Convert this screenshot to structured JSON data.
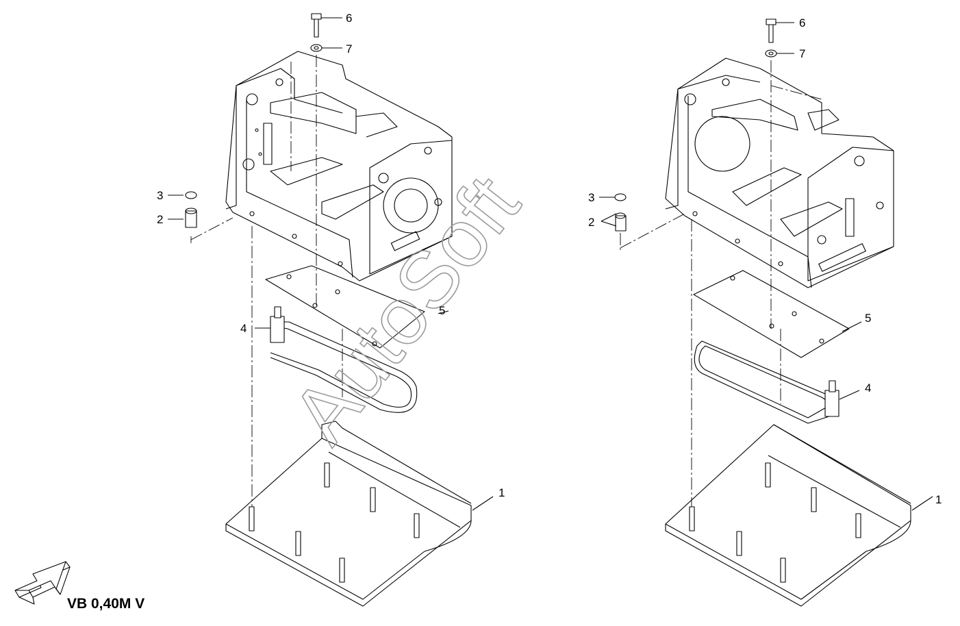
{
  "diagram": {
    "left_callouts": [
      {
        "id": "left-6",
        "text": "6"
      },
      {
        "id": "left-7",
        "text": "7"
      },
      {
        "id": "left-3",
        "text": "3"
      },
      {
        "id": "left-2",
        "text": "2"
      },
      {
        "id": "left-5",
        "text": "5"
      },
      {
        "id": "left-4",
        "text": "4"
      },
      {
        "id": "left-1",
        "text": "1"
      }
    ],
    "right_callouts": [
      {
        "id": "right-6",
        "text": "6"
      },
      {
        "id": "right-7",
        "text": "7"
      },
      {
        "id": "right-3",
        "text": "3"
      },
      {
        "id": "right-2",
        "text": "2"
      },
      {
        "id": "right-5",
        "text": "5"
      },
      {
        "id": "right-4",
        "text": "4"
      },
      {
        "id": "right-1",
        "text": "1"
      }
    ],
    "caption": "VB 0,40M V",
    "watermark": "AutoSoft",
    "colors": {
      "line": "#000000",
      "watermark": "#9a9a9a",
      "background": "#ffffff"
    }
  }
}
